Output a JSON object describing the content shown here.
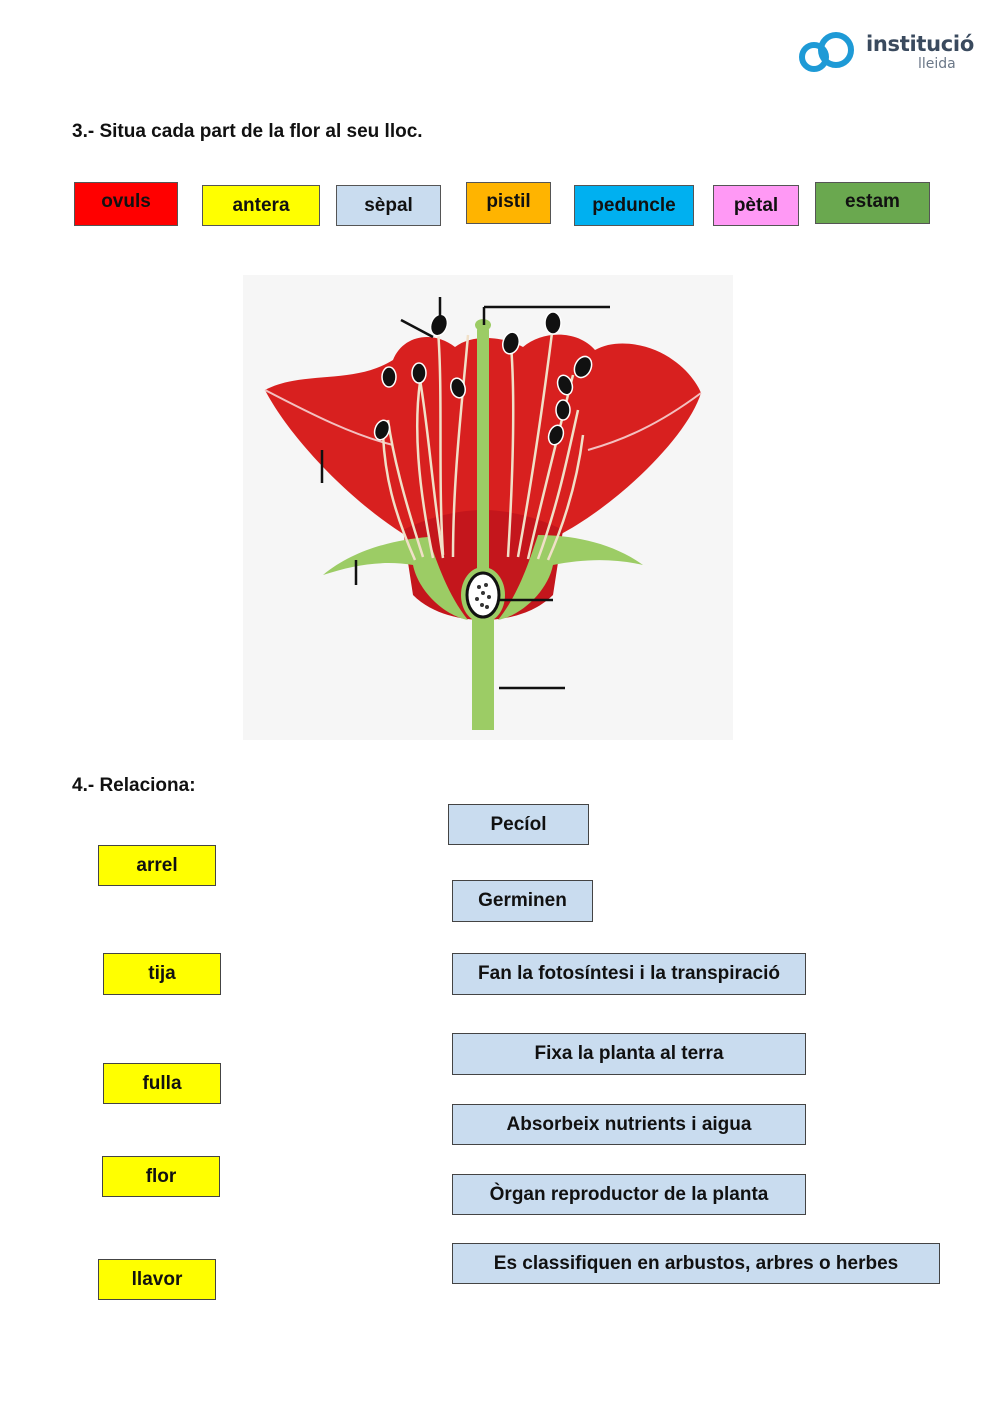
{
  "logo": {
    "line1": "institució",
    "line2": "lleida"
  },
  "section3": {
    "title": "3.- Situa cada part de la flor al seu lloc.",
    "chips": [
      {
        "label": "ovuls",
        "color": "#ff0000"
      },
      {
        "label": "antera",
        "color": "#ffff00"
      },
      {
        "label": "sèpal",
        "color": "#c9dcef"
      },
      {
        "label": "pistil",
        "color": "#ffb400"
      },
      {
        "label": "peduncle",
        "color": "#00b0f0"
      },
      {
        "label": "pètal",
        "color": "#ff99f5"
      },
      {
        "label": "estam",
        "color": "#6aa84f"
      }
    ]
  },
  "diagram": {
    "petal_color": "#d8201f",
    "stem_color": "#9ccc65",
    "anther_color": "#111111"
  },
  "section4": {
    "title": "4.- Relaciona:",
    "left_items": [
      "arrel",
      "tija",
      "fulla",
      "flor",
      "llavor"
    ],
    "right_items": [
      "Pecíol",
      "Germinen",
      "Fan la fotosíntesi i la transpiració",
      "Fixa la planta al terra",
      "Absorbeix nutrients i aigua",
      "Òrgan reproductor de la planta",
      "Es classifiquen en arbustos, arbres o herbes"
    ]
  }
}
